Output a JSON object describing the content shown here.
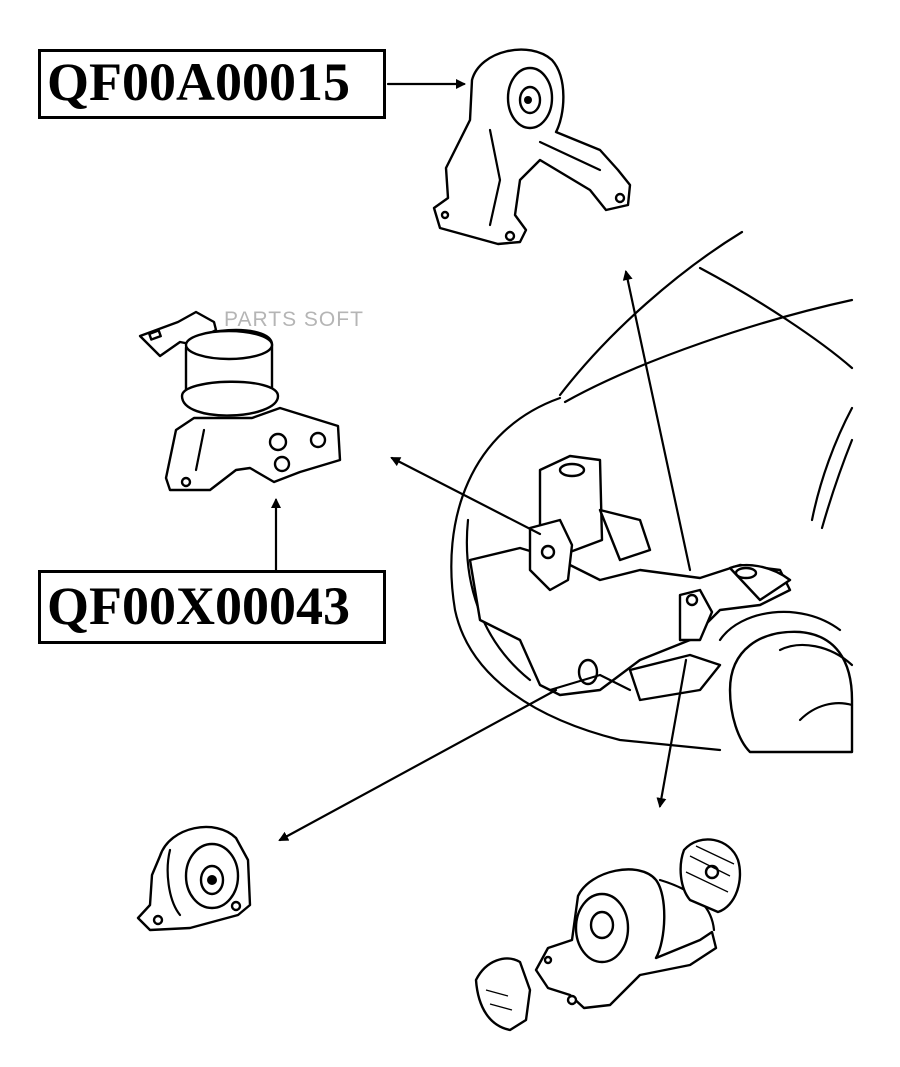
{
  "labels": {
    "rear_mount_part_number": "QF00A00015",
    "left_mount_part_number": "QF00X00043"
  },
  "watermark": "PARTS SOFT",
  "colors": {
    "line": "#000000",
    "background": "#ffffff",
    "watermark": "#b5b5b5"
  }
}
